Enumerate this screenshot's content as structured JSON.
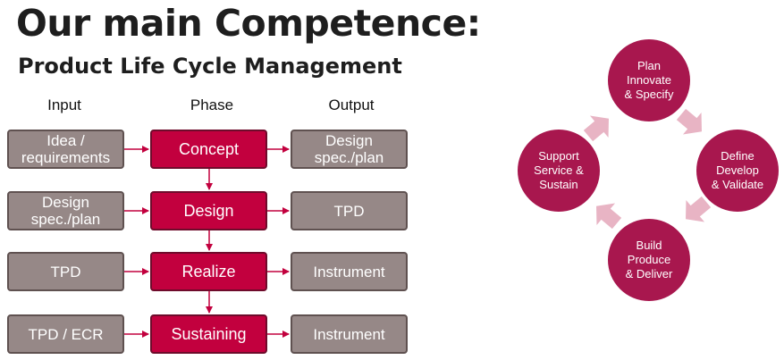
{
  "title": "Our main Competence:",
  "subtitle": "Product Life Cycle Management",
  "columns": {
    "input": "Input",
    "phase": "Phase",
    "output": "Output"
  },
  "rows": [
    {
      "input": [
        "Idea /",
        "requirements"
      ],
      "phase": "Concept",
      "output": [
        "Design",
        "spec./plan"
      ]
    },
    {
      "input": [
        "Design",
        "spec./plan"
      ],
      "phase": "Design",
      "output": [
        "TPD"
      ]
    },
    {
      "input": [
        "TPD"
      ],
      "phase": "Realize",
      "output": [
        "Instrument"
      ]
    },
    {
      "input": [
        "TPD / ECR"
      ],
      "phase": "Sustaining",
      "output": [
        "Instrument"
      ]
    }
  ],
  "cycle": [
    {
      "id": "plan",
      "lines": [
        "Plan",
        "Innovate",
        "& Specify"
      ]
    },
    {
      "id": "define",
      "lines": [
        "Define",
        "Develop",
        "& Validate"
      ]
    },
    {
      "id": "build",
      "lines": [
        "Build",
        "Produce",
        "& Deliver"
      ]
    },
    {
      "id": "support",
      "lines": [
        "Support",
        "Service &",
        "Sustain"
      ]
    }
  ],
  "colors": {
    "phase_fill": "#c2003e",
    "io_fill": "#968887",
    "arrow": "#c2003e",
    "cycle_circle": "#a8174e",
    "cycle_arrow": "#e8b4c4"
  }
}
